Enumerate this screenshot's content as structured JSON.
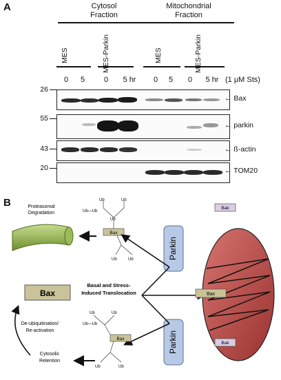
{
  "panel_a": {
    "letter": "A",
    "fractions": [
      {
        "line1": "Cytosol",
        "line2": "Fraction"
      },
      {
        "line1": "Mitochondrial",
        "line2": "Fraction"
      }
    ],
    "conditions": [
      "MES",
      "MES-Parkin",
      "MES",
      "MES-Parkin"
    ],
    "time_points": [
      "0",
      "5",
      "0",
      "5 hr",
      "0",
      "5",
      "0",
      "5 hr"
    ],
    "treatment": "(1 μM Sts)",
    "blots": [
      {
        "marker": "26",
        "protein": "Bax"
      },
      {
        "marker": "55",
        "protein": "parkin"
      },
      {
        "marker": "43",
        "protein": "ß-actin"
      },
      {
        "marker": "20",
        "protein": "TOM20"
      }
    ],
    "arrow_glyph": "←"
  },
  "panel_b": {
    "letter": "B",
    "proteasome_label_1": "Proteasomal",
    "proteasome_label_2": "Degradation",
    "bax_main": "Bax",
    "bax_small": "Bax",
    "bax_mito": "Bax",
    "parkin": "Parkin",
    "bak": "Bak",
    "translocation_1": "Basal and Stress-",
    "translocation_2": "Induced Translocation",
    "deubiq_1": "De-ubiquitination/",
    "deubiq_2": "Re-activation",
    "cytosolic_1": "Cytosolic",
    "cytosolic_2": "Retention",
    "ub": "Ub",
    "ub_chain": "Ub—Ub",
    "colors": {
      "bax_box": "#c9c39a",
      "parkin_box": "#b8c9e6",
      "bak_box": "#d9cde6",
      "mitochondrion": "#c0504d",
      "proteasome": "#9bbb59"
    }
  }
}
